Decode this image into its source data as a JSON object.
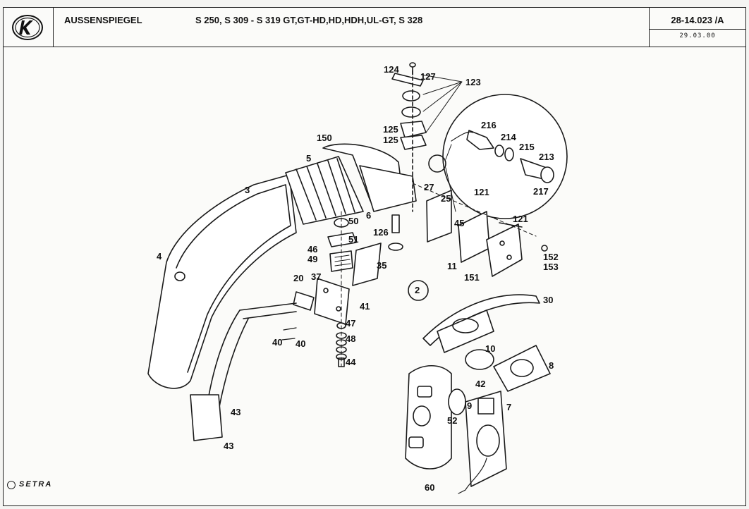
{
  "header": {
    "title": "AUSSENSPIEGEL",
    "models": "S 250, S 309 - S 319 GT,GT-HD,HD,HDH,UL-GT, S 328",
    "doc_number": "28-14.023 /A",
    "date": "29.03.00"
  },
  "brand": {
    "text": "SETRA",
    "logo_icon": "k-logo-icon"
  },
  "callouts": {
    "c124": "124",
    "c127": "127",
    "c123": "123",
    "c125a": "125",
    "c125b": "125",
    "c150": "150",
    "c5": "5",
    "c3": "3",
    "c4": "4",
    "c6": "6",
    "c50": "50",
    "c51": "51",
    "c46": "46",
    "c49": "49",
    "c35": "35",
    "c126": "126",
    "c27": "27",
    "c25": "25",
    "c45": "45",
    "c121a": "121",
    "c121b": "121",
    "c11": "11",
    "c151": "151",
    "c152": "152",
    "c153": "153",
    "c216": "216",
    "c214": "214",
    "c215": "215",
    "c213": "213",
    "c217": "217",
    "c2": "2",
    "c20": "20",
    "c37": "37",
    "c41": "41",
    "c47": "47",
    "c48": "48",
    "c44": "44",
    "c40a": "40",
    "c40b": "40",
    "c30": "30",
    "c10": "10",
    "c8": "8",
    "c42": "42",
    "c9": "9",
    "c7": "7",
    "c52": "52",
    "c43a": "43",
    "c43b": "43",
    "c60": "60"
  }
}
